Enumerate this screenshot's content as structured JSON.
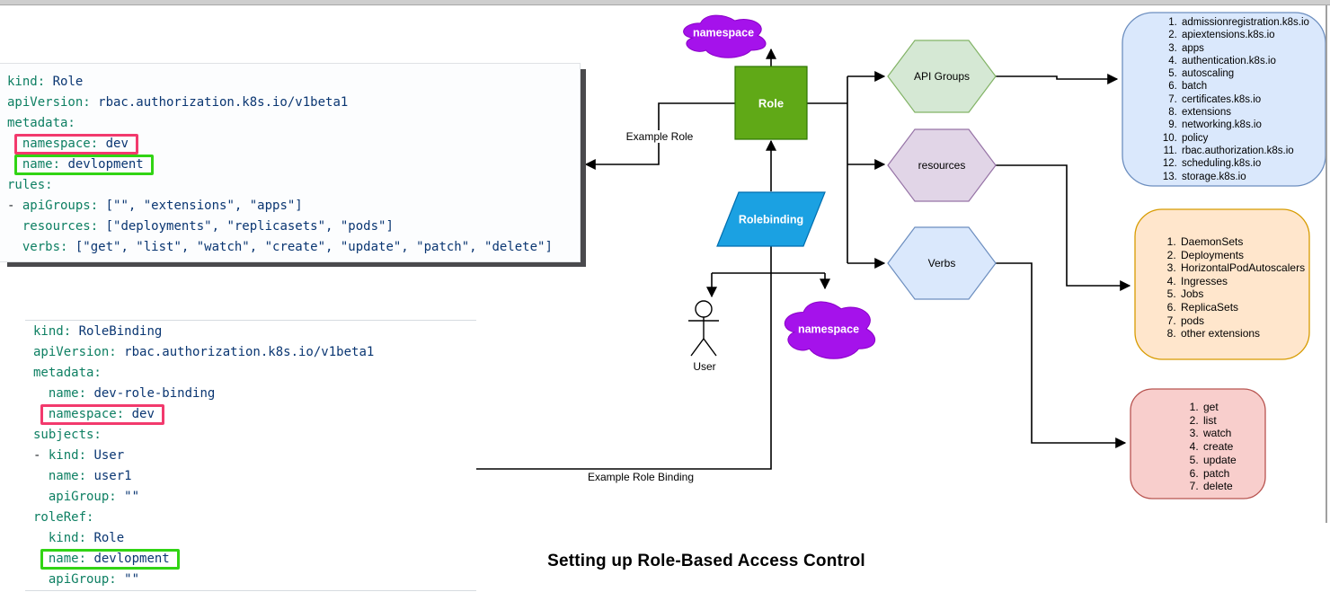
{
  "title": "Setting up Role-Based Access Control",
  "code_blocks": {
    "role_yaml": {
      "lines": [
        {
          "key": "kind",
          "value": "Role"
        },
        {
          "key": "apiVersion",
          "value": "rbac.authorization.k8s.io/v1beta1"
        },
        {
          "key": "metadata"
        },
        {
          "indent": 1,
          "key": "namespace",
          "value": "dev",
          "highlight": "pink"
        },
        {
          "indent": 1,
          "key": "name",
          "value": "devlopment",
          "highlight": "green"
        },
        {
          "key": "rules"
        },
        {
          "dash": true,
          "key": "apiGroups",
          "value": "[\"\", \"extensions\", \"apps\"]"
        },
        {
          "indent": 1,
          "key": "resources",
          "value": "[\"deployments\", \"replicasets\", \"pods\"]"
        },
        {
          "indent": 1,
          "key": "verbs",
          "value": "[\"get\", \"list\", \"watch\", \"create\", \"update\", \"patch\", \"delete\"]"
        }
      ]
    },
    "rolebinding_yaml": {
      "lines": [
        {
          "key": "kind",
          "value": "RoleBinding"
        },
        {
          "key": "apiVersion",
          "value": "rbac.authorization.k8s.io/v1beta1"
        },
        {
          "key": "metadata"
        },
        {
          "indent": 1,
          "key": "name",
          "value": "dev-role-binding"
        },
        {
          "indent": 1,
          "key": "namespace",
          "value": "dev",
          "highlight": "pink"
        },
        {
          "key": "subjects"
        },
        {
          "dash": true,
          "key": "kind",
          "value": "User"
        },
        {
          "indent": 1,
          "key": "name",
          "value": "user1"
        },
        {
          "indent": 1,
          "key": "apiGroup",
          "value": "\"\""
        },
        {
          "key": "roleRef"
        },
        {
          "indent": 1,
          "key": "kind",
          "value": "Role"
        },
        {
          "indent": 1,
          "key": "name",
          "value": "devlopment",
          "highlight": "green"
        },
        {
          "indent": 1,
          "key": "apiGroup",
          "value": "\"\""
        }
      ]
    }
  },
  "diagram": {
    "cloud_top_label": "namespace",
    "cloud_bottom_label": "namespace",
    "role_node_label": "Role",
    "rolebinding_node_label": "Rolebinding",
    "user_label": "User",
    "hexagons": {
      "api_groups": "API Groups",
      "resources": "resources",
      "verbs": "Verbs"
    },
    "edge_labels": {
      "example_role": "Example Role",
      "example_role_binding": "Example Role Binding"
    },
    "api_groups_box": {
      "items": [
        "admissionregistration.k8s.io",
        "apiextensions.k8s.io",
        "apps",
        "authentication.k8s.io",
        "autoscaling",
        "batch",
        "certificates.k8s.io",
        "extensions",
        "networking.k8s.io",
        "policy",
        "rbac.authorization.k8s.io",
        "scheduling.k8s.io",
        "storage.k8s.io"
      ]
    },
    "resources_box": {
      "items": [
        "DaemonSets",
        "Deployments",
        "HorizontalPodAutoscalers",
        "Ingresses",
        "Jobs",
        "ReplicaSets",
        "pods",
        "other extensions"
      ]
    },
    "verbs_box": {
      "items": [
        "get",
        "list",
        "watch",
        "create",
        "update",
        "patch",
        "delete"
      ]
    },
    "colors": {
      "role_fill": "#60a917",
      "role_stroke": "#2d7600",
      "rolebinding_fill": "#1ba1e2",
      "rolebinding_stroke": "#006eaf",
      "cloud_fill": "#a512eb",
      "cloud_stroke": "#8a00c8",
      "hex_green_fill": "#d5e8d4",
      "hex_green_stroke": "#82b366",
      "hex_purple_fill": "#e1d5e7",
      "hex_purple_stroke": "#9673a6",
      "hex_blue_fill": "#dae8fc",
      "hex_blue_stroke": "#6c8ebf",
      "box_blue_fill": "#dae8fc",
      "box_blue_stroke": "#6c8ebf",
      "box_orange_fill": "#ffe6cc",
      "box_orange_stroke": "#d79b00",
      "box_red_fill": "#f8cecc",
      "box_red_stroke": "#b85450",
      "highlight_pink": "#f23a6d",
      "highlight_green": "#31d414"
    }
  }
}
